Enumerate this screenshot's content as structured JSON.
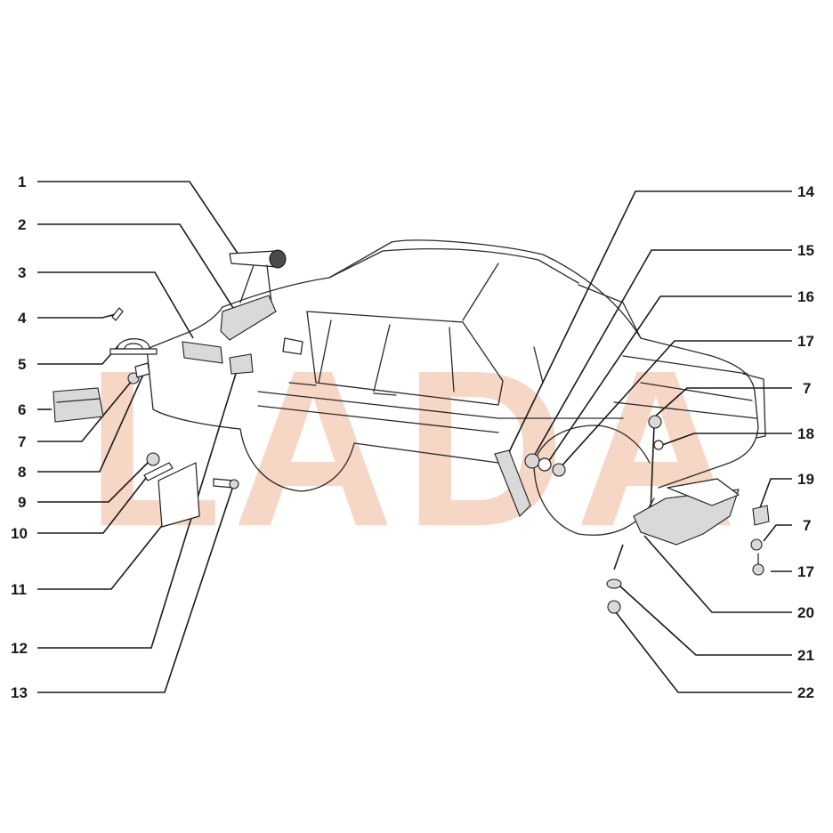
{
  "watermark": {
    "text": "LADA",
    "color": "#f6d6c4"
  },
  "callouts_left": [
    {
      "label": "1"
    },
    {
      "label": "2"
    },
    {
      "label": "3"
    },
    {
      "label": "4"
    },
    {
      "label": "5"
    },
    {
      "label": "6"
    },
    {
      "label": "7"
    },
    {
      "label": "8"
    },
    {
      "label": "9"
    },
    {
      "label": "10"
    },
    {
      "label": "11"
    },
    {
      "label": "12"
    },
    {
      "label": "13"
    }
  ],
  "callouts_right": [
    {
      "label": "14"
    },
    {
      "label": "15"
    },
    {
      "label": "16"
    },
    {
      "label": "17"
    },
    {
      "label": "7"
    },
    {
      "label": "18"
    },
    {
      "label": "19"
    },
    {
      "label": "7"
    },
    {
      "label": "17"
    },
    {
      "label": "20"
    },
    {
      "label": "21"
    },
    {
      "label": "22"
    }
  ],
  "colors": {
    "ink": "#1a1a1a",
    "background": "#ffffff"
  }
}
